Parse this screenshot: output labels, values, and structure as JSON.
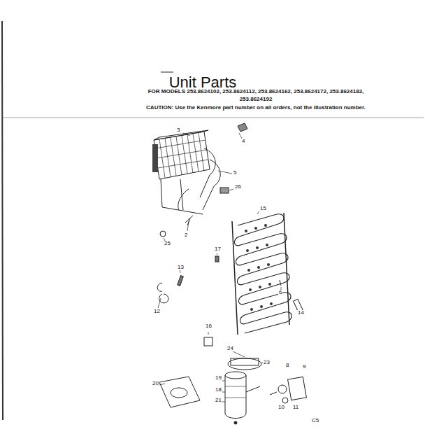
{
  "diagram": {
    "title": "Unit Parts",
    "labels": [
      "FOR MODELS 253.8624102, 253.8624112, 253.8624162, 253.8624172, 253.8624182,",
      "253.8624192",
      "CAUTION: Use the Kenmore part number on all orders, not the illustration number.",
      "3",
      "4",
      "5",
      "26",
      "2",
      "25",
      "15",
      "17",
      "13",
      "12",
      "6",
      "14",
      "16",
      "24",
      "23",
      "19",
      "18",
      "21",
      "20",
      "8",
      "9",
      "10",
      "11",
      "C5"
    ]
  }
}
